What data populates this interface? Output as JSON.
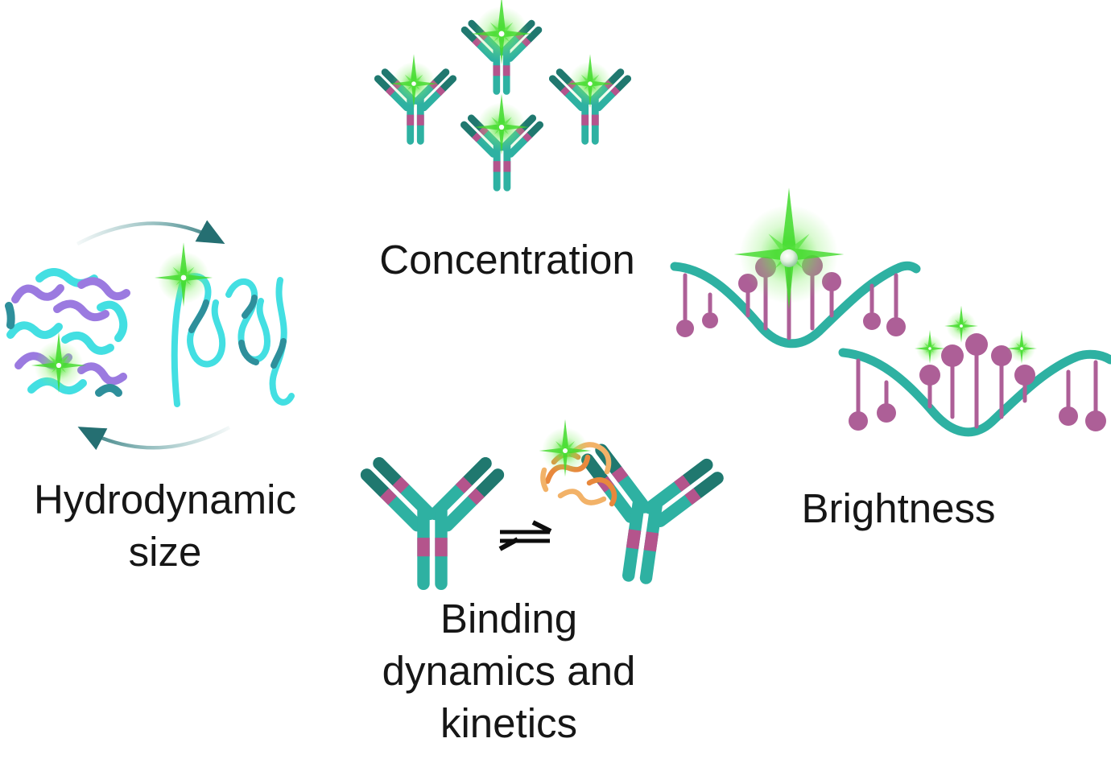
{
  "sections": {
    "concentration": {
      "label": "Concentration"
    },
    "hydrodynamic_size": {
      "lines": [
        "Hydrodynamic",
        "size"
      ]
    },
    "brightness": {
      "label": "Brightness"
    },
    "binding": {
      "lines": [
        "Binding",
        "dynamics and",
        "kinetics"
      ]
    }
  },
  "colors": {
    "antibody_teal": "#2eb1a2",
    "antibody_tip_dark_teal": "#20786f",
    "antibody_hinge_pink": "#b4548c",
    "dna_strand_teal": "#2eb1a2",
    "fluorophore_mauve": "#ad5f97",
    "sparkle_green": "#41da2b",
    "ribbon_purple": "#9b7ae0",
    "ribbon_cyan": "#43dfe2",
    "ribbon_teal_shade": "#2e8f9b",
    "antigen_orange": "#e8883c",
    "antigen_orange_light": "#f2b268",
    "cycle_arrow_teal": "#256f72",
    "equilibrium_black": "#0d0d0d",
    "text": "#161616",
    "background": "#ffffff"
  },
  "icons": [
    "antibody-icon",
    "fluorescence-sparkle-icon",
    "folded-protein-icon",
    "unfolded-protein-icon",
    "cycle-arrow-top-icon",
    "cycle-arrow-bottom-icon",
    "dna-strand-icon",
    "fluorophore-lollipops",
    "fluorescent-sphere-icon",
    "antigen-protein-icon",
    "equilibrium-arrows-icon"
  ]
}
